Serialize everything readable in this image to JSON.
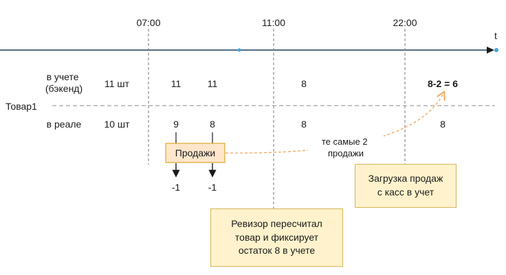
{
  "timeline": {
    "axis_label": "t",
    "times": [
      "07:00",
      "11:00",
      "22:00"
    ]
  },
  "product": {
    "name": "Товар1",
    "accounted_label": "в учете\n(бэкенд)",
    "real_label": "в реале",
    "accounted_values": [
      "11 шт",
      "11",
      "11",
      "8",
      "8-2 = 6"
    ],
    "real_values": [
      "10 шт",
      "9",
      "8",
      "8",
      "8"
    ]
  },
  "sales": {
    "label": "Продажи",
    "deltas": [
      "-1",
      "-1"
    ]
  },
  "link_label": "те самые 2\nпродажи",
  "notes": {
    "auditor": "Ревизор пересчитал\nтовар и фиксирует\nостаток 8 в учете",
    "upload": "Загрузка продаж\nс касс в учет"
  },
  "colors": {
    "axis": "#1d3c56",
    "dot": "#41a5dc",
    "note_fill": "#fff2cc",
    "note_border": "#d6b656",
    "sales_fill": "#ffe6cc",
    "sales_border": "#d79b00",
    "link": "#f5a55a"
  }
}
